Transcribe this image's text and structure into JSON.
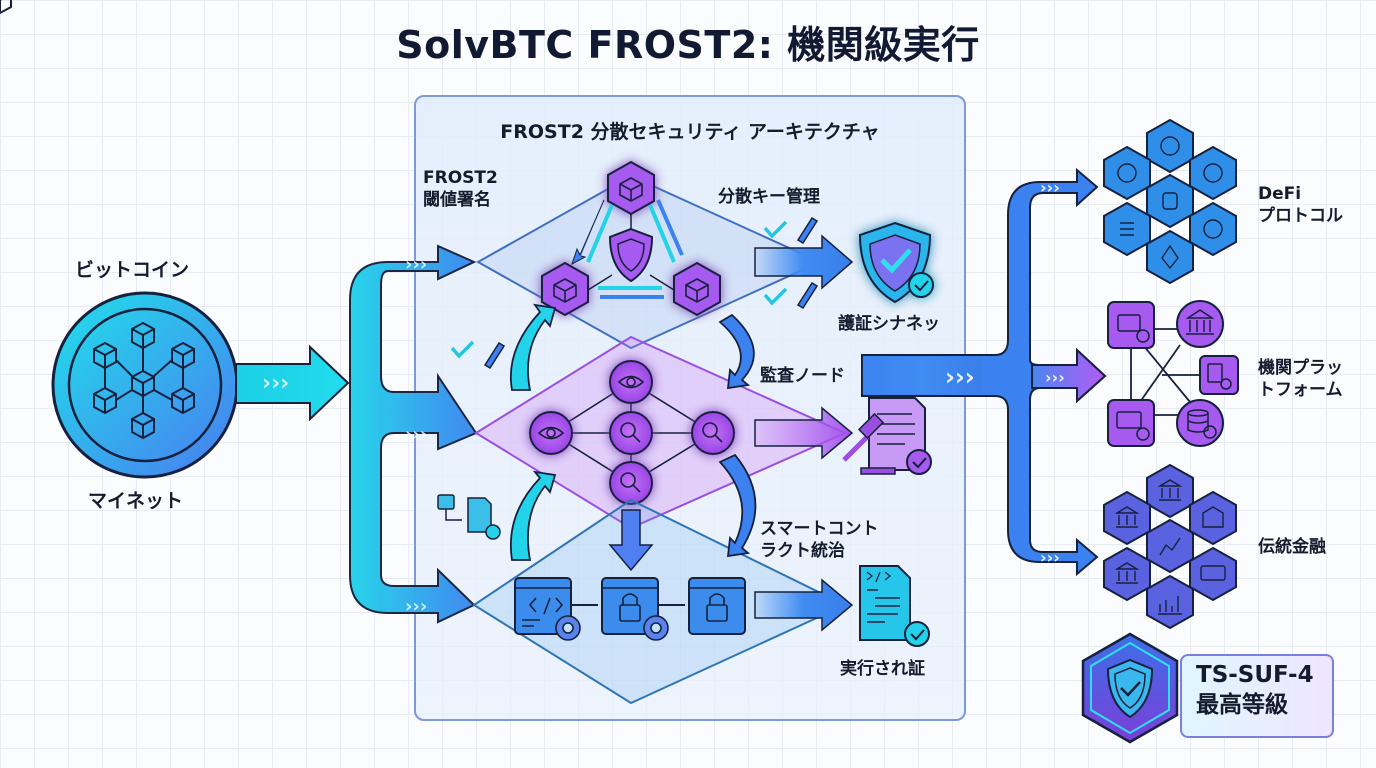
{
  "title": "SolvBTC FROST2: 機関級実行",
  "panel": {
    "title": "FROST2 分散セキュリティ アーキテクチャ",
    "labels": {
      "threshold_line1": "FROST2",
      "threshold_line2": "閾値署名",
      "key_mgmt": "分散キー管理",
      "attestation": "護証シナネッ",
      "audit_nodes": "監査ノード",
      "governance_line1": "スマートコント",
      "governance_line2": "ラクト統治",
      "executed_proof": "実行され証"
    }
  },
  "source": {
    "top_label": "ビットコイン",
    "bottom_label": "マイネット"
  },
  "destinations": [
    {
      "label_line1": "DeFi",
      "label_line2": "プロトコル"
    },
    {
      "label_line1": "機関プラッ",
      "label_line2": "トフォーム"
    },
    {
      "label_line1": "伝統金融",
      "label_line2": ""
    }
  ],
  "badge": {
    "line1": "TS-SUF-4",
    "line2": "最高等級"
  },
  "colors": {
    "cyan": "#1fd6ea",
    "blue": "#3b82f0",
    "purple": "#a355ee",
    "outline": "#16213e"
  }
}
